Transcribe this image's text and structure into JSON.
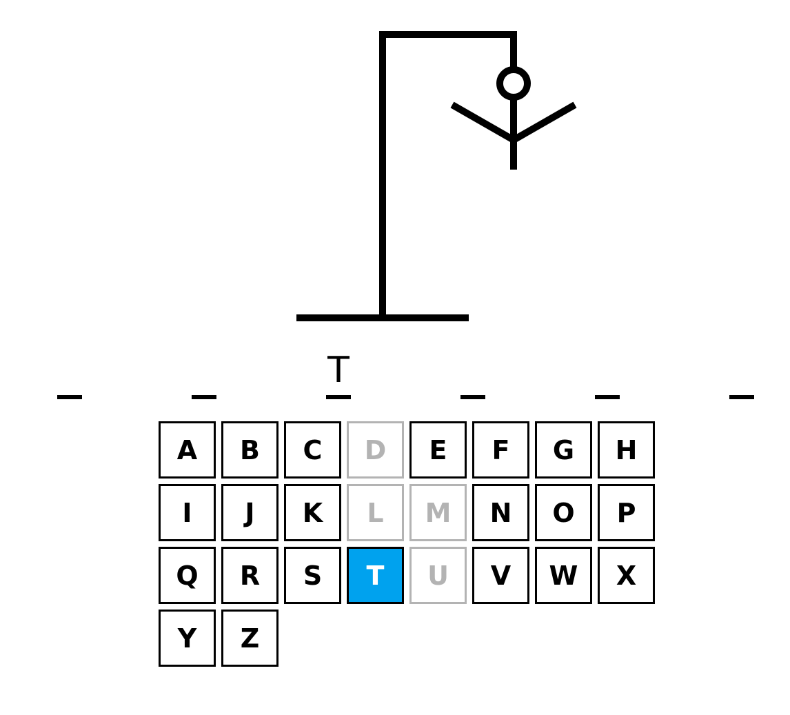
{
  "word": {
    "slots": [
      "",
      "",
      "T",
      "",
      "",
      ""
    ]
  },
  "keyboard": {
    "keys": [
      {
        "letter": "A",
        "state": "available"
      },
      {
        "letter": "B",
        "state": "available"
      },
      {
        "letter": "C",
        "state": "available"
      },
      {
        "letter": "D",
        "state": "disabled"
      },
      {
        "letter": "E",
        "state": "available"
      },
      {
        "letter": "F",
        "state": "available"
      },
      {
        "letter": "G",
        "state": "available"
      },
      {
        "letter": "H",
        "state": "available"
      },
      {
        "letter": "I",
        "state": "available"
      },
      {
        "letter": "J",
        "state": "available"
      },
      {
        "letter": "K",
        "state": "available"
      },
      {
        "letter": "L",
        "state": "disabled"
      },
      {
        "letter": "M",
        "state": "disabled"
      },
      {
        "letter": "N",
        "state": "available"
      },
      {
        "letter": "O",
        "state": "available"
      },
      {
        "letter": "P",
        "state": "available"
      },
      {
        "letter": "Q",
        "state": "available"
      },
      {
        "letter": "R",
        "state": "available"
      },
      {
        "letter": "S",
        "state": "available"
      },
      {
        "letter": "T",
        "state": "active"
      },
      {
        "letter": "U",
        "state": "disabled"
      },
      {
        "letter": "V",
        "state": "available"
      },
      {
        "letter": "W",
        "state": "available"
      },
      {
        "letter": "X",
        "state": "available"
      },
      {
        "letter": "Y",
        "state": "available"
      },
      {
        "letter": "Z",
        "state": "available"
      }
    ]
  },
  "hangman": {
    "visible_parts": [
      "head",
      "body",
      "left-arm",
      "right-arm"
    ]
  },
  "colors": {
    "ink": "#000000",
    "active_key": "#00a2ee",
    "disabled_key": "#b3b3b3"
  }
}
